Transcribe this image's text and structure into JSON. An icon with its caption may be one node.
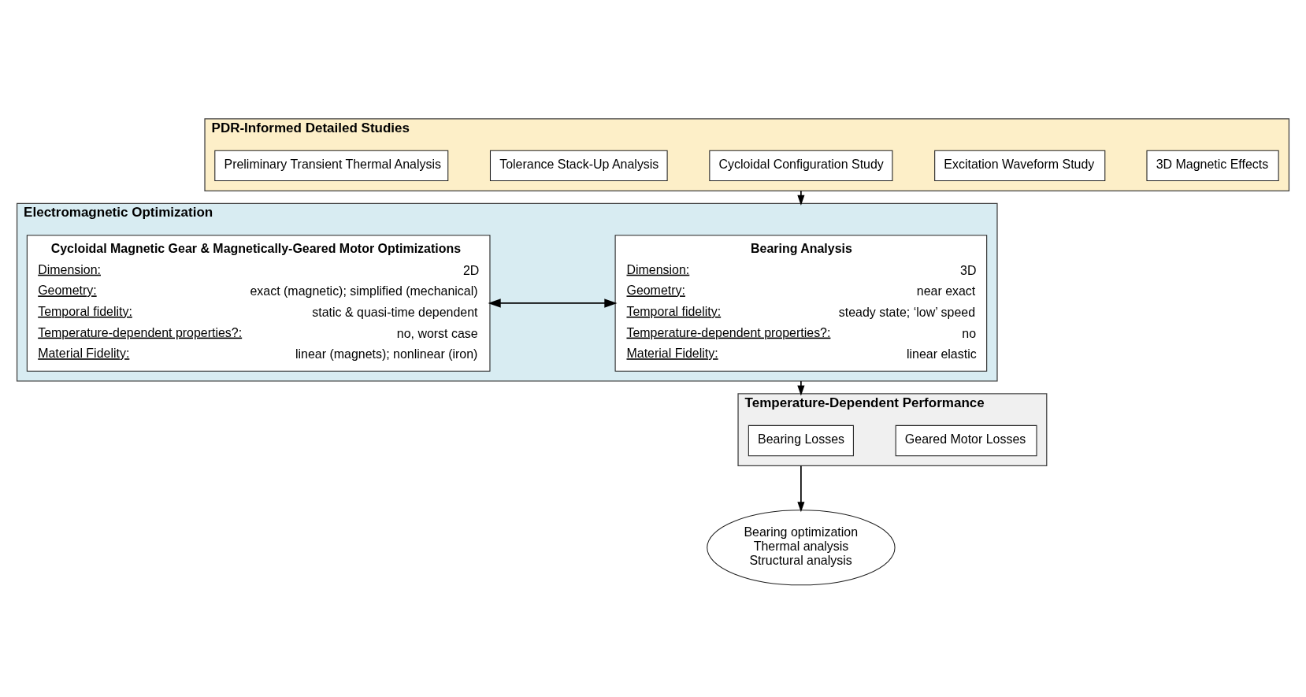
{
  "diagram": {
    "nodes": [
      {
        "text": [
          "PDR-Informed Detailed Studies"
        ]
      },
      {
        "text": [
          "3D Magnetic Effects"
        ],
        "in": 0
      },
      {
        "text": [
          "Excitation Waveform Study"
        ],
        "in": 0
      },
      {
        "text": [
          "Cycloidal Configuration Study"
        ],
        "in": 0
      },
      {
        "text": [
          "Tolerance Stack-Up Analysis"
        ],
        "in": 0
      },
      {
        "text": [
          "Preliminary Transient Thermal Analysis"
        ],
        "in": 0
      },
      {
        "text": [
          "Electromagnetic Optimization"
        ]
      },
      {
        "text": [
          "Cycloidal Magnetic Gear & Magnetically-Geared Motor Optimizations",
          "Dimension:",
          "2D",
          "Geometry:",
          "exact (magnetic); simplified (mechanical)",
          "Temporal fidelity:",
          "static & quasi-time dependent",
          "Temperature-dependent properties?:",
          "no, worst case",
          "Material Fidelity:",
          "linear (magnets); nonlinear (iron)"
        ],
        "in": 6
      },
      {
        "text": [
          "Bearing Analysis",
          "Dimension:",
          "3D",
          "Geometry:",
          "near exact",
          "Temporal fidelity:",
          "steady state; ‘low’ speed",
          "Temperature-dependent properties?:",
          "no",
          "Material Fidelity:",
          "linear elastic"
        ],
        "in": 6
      },
      {
        "text": [
          "Temperature-Dependent Performance"
        ]
      },
      {
        "text": [
          "Geared Motor Losses"
        ],
        "in": 9
      },
      {
        "text": [
          "Bearing Losses"
        ],
        "in": 9
      },
      {
        "text": [
          "Bearing optimization",
          "Thermal analysis",
          "Structural analysis"
        ]
      }
    ],
    "edges": [
      {
        "from": 0,
        "to": 6,
        "arrow": "to"
      },
      {
        "from": 7,
        "to": 8,
        "arrow": "both"
      },
      {
        "from": 6,
        "to": 9,
        "arrow": "to"
      },
      {
        "from": 9,
        "to": 12,
        "arrow": "to"
      }
    ]
  }
}
